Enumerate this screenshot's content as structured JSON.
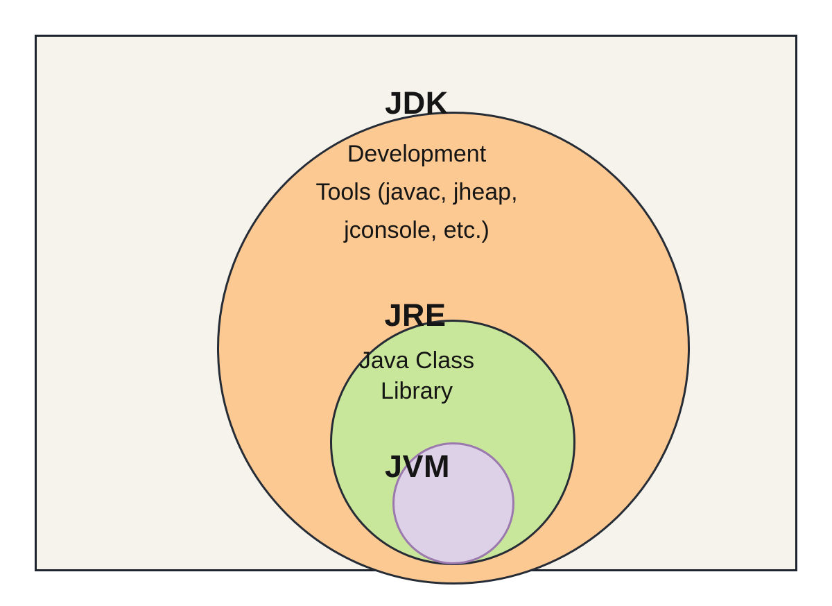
{
  "diagram": {
    "type": "nested-euler-diagram",
    "topic": "Java platform components",
    "colors": {
      "page_background": "#ffffff",
      "frame_fill": "#f6f3ec",
      "frame_border": "#1e242e",
      "jdk_fill": "#fdc992",
      "jdk_border": "#262c36",
      "jre_fill": "#c9e79a",
      "jre_border": "#262c36",
      "jvm_fill": "#ddd1e7",
      "jvm_border": "#9b78ad",
      "text": "#151515"
    },
    "jdk": {
      "title": "JDK",
      "desc_lines": [
        "Development",
        "Tools (javac, jheap,",
        "jconsole, etc.)"
      ]
    },
    "jre": {
      "title": "JRE",
      "desc_lines": [
        "Java Class",
        "Library"
      ]
    },
    "jvm": {
      "title": "JVM"
    }
  }
}
